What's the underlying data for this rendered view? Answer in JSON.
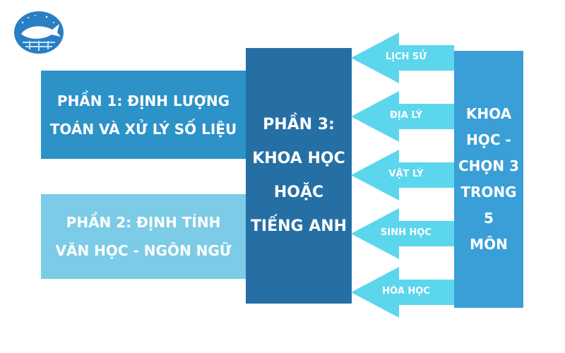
{
  "colors": {
    "part1": "#2c92c8",
    "part2": "#7ccbe7",
    "part3": "#256fa5",
    "right": "#3a9fd7",
    "arrow": "#5cd6ed",
    "logo_bg": "#2a7fc4"
  },
  "logo": {
    "icon": "whale-logo"
  },
  "part1": {
    "line1": "PHẦN 1: ĐỊNH LƯỢNG",
    "line2": "TOÁN VÀ XỬ LÝ SỐ LIỆU"
  },
  "part2": {
    "line1": "PHẦN 2: ĐỊNH TÍNH",
    "line2": "VĂN HỌC - NGÔN NGỮ"
  },
  "part3": {
    "line1": "PHẦN 3:",
    "line2": "KHOA HỌC",
    "line3": "HOẶC",
    "line4": "TIẾNG ANH"
  },
  "right": {
    "line1": "KHOA",
    "line2": "HỌC -",
    "line3": "CHỌN 3",
    "line4": "TRONG 5",
    "line5": "MÔN"
  },
  "subjects": [
    "LỊCH SỬ",
    "ĐỊA LÝ",
    "VẬT LÝ",
    "SINH HỌC",
    "HÓA HỌC"
  ]
}
